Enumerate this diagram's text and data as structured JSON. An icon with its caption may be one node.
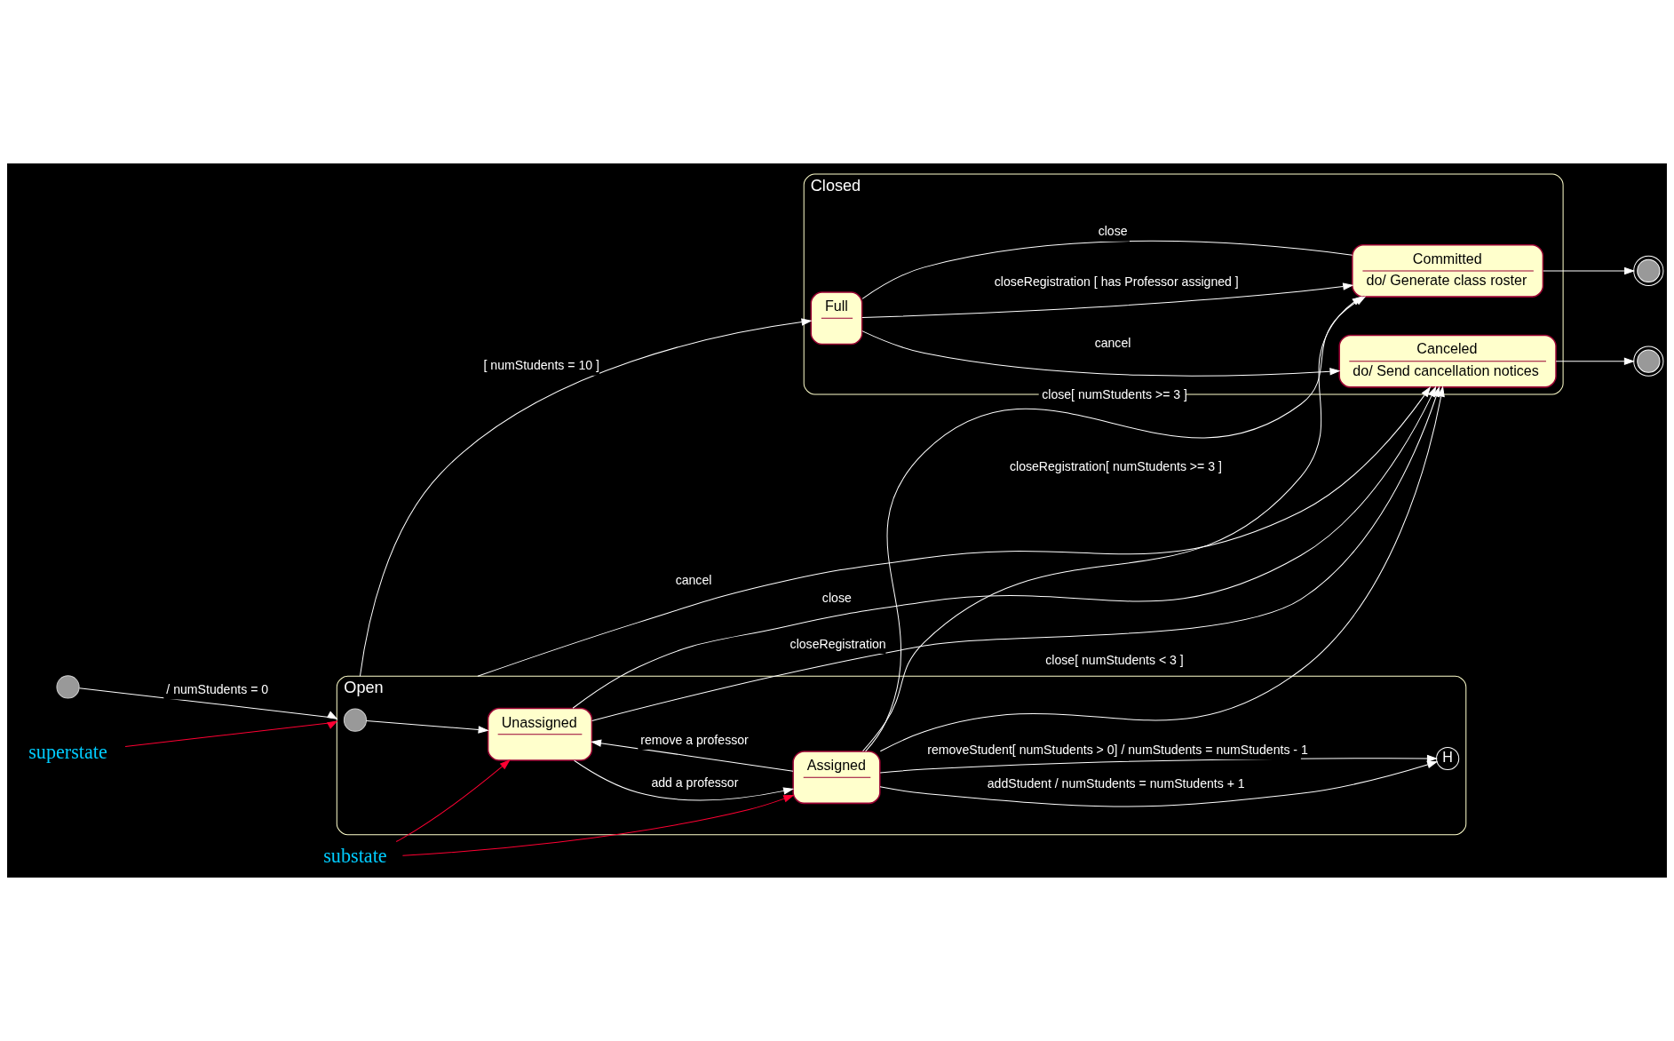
{
  "diagram": {
    "nodes": [
      {
        "text": [
          "Open"
        ]
      },
      {
        "text": [],
        "shape": "circle",
        "in": 0
      },
      {
        "text": [
          "Unassigned"
        ],
        "in": 0
      },
      {
        "text": [
          "Assigned"
        ],
        "in": 0
      },
      {
        "text": [
          "H"
        ],
        "in": 0
      },
      {
        "text": [
          "Closed"
        ]
      },
      {
        "text": [
          "Canceled",
          "do/ Send cancellation notices"
        ],
        "in": 5
      },
      {
        "text": [
          "Full"
        ],
        "in": 5
      },
      {
        "text": [
          "Committed",
          "do/ Generate class roster"
        ],
        "in": 5
      },
      {
        "text": [],
        "shape": "circle"
      },
      {
        "text": [],
        "shape": "circle"
      },
      {
        "text": [],
        "shape": "circle"
      },
      {
        "text": [
          "superstate"
        ]
      },
      {
        "text": [
          "substate"
        ]
      }
    ],
    "edges": [
      {
        "from": 9,
        "to": 0,
        "arrow": "to",
        "label": "/ numStudents = 0"
      },
      {
        "from": 1,
        "to": 2,
        "arrow": "to"
      },
      {
        "from": 2,
        "to": 6,
        "arrow": "to",
        "label": "closeRegistration"
      },
      {
        "from": 2,
        "to": 6,
        "arrow": "to",
        "label": "close"
      },
      {
        "from": 0,
        "to": 6,
        "arrow": "to",
        "label": "cancel"
      },
      {
        "from": 3,
        "to": 6,
        "arrow": "to",
        "label": "close[ numStudents < 3 ]"
      },
      {
        "from": 0,
        "to": 7,
        "arrow": "to",
        "label": "[ numStudents = 10 ]"
      },
      {
        "from": 7,
        "to": 6,
        "arrow": "to",
        "label": "cancel"
      },
      {
        "from": 7,
        "to": 8,
        "arrow": "to",
        "label": "closeRegistration [ has Professor assigned ]"
      },
      {
        "from": 7,
        "to": 8,
        "arrow": "none",
        "label": "close"
      },
      {
        "from": 3,
        "to": 2,
        "arrow": "to",
        "label": "remove a professor"
      },
      {
        "from": 2,
        "to": 3,
        "arrow": "to",
        "label": "add a professor"
      },
      {
        "from": 3,
        "to": 8,
        "arrow": "to",
        "label": "closeRegistration[ numStudents >= 3 ]"
      },
      {
        "from": 3,
        "to": 8,
        "arrow": "to",
        "label": "close[ numStudents >= 3 ]"
      },
      {
        "from": 0,
        "to": 4,
        "arrow": "to",
        "label": "addStudent / numStudents = numStudents + 1"
      },
      {
        "from": 0,
        "to": 4,
        "arrow": "to",
        "label": "removeStudent[ numStudents > 0] / numStudents = numStudents - 1"
      },
      {
        "from": 6,
        "to": 10,
        "arrow": "to"
      },
      {
        "from": 8,
        "to": 11,
        "arrow": "to"
      },
      {
        "from": 12,
        "to": 0,
        "arrow": "to",
        "color": "#ff0033"
      },
      {
        "from": 13,
        "to": 2,
        "arrow": "to",
        "color": "#ff0033"
      },
      {
        "from": 13,
        "to": 3,
        "arrow": "to",
        "color": "#ff0033"
      }
    ]
  }
}
